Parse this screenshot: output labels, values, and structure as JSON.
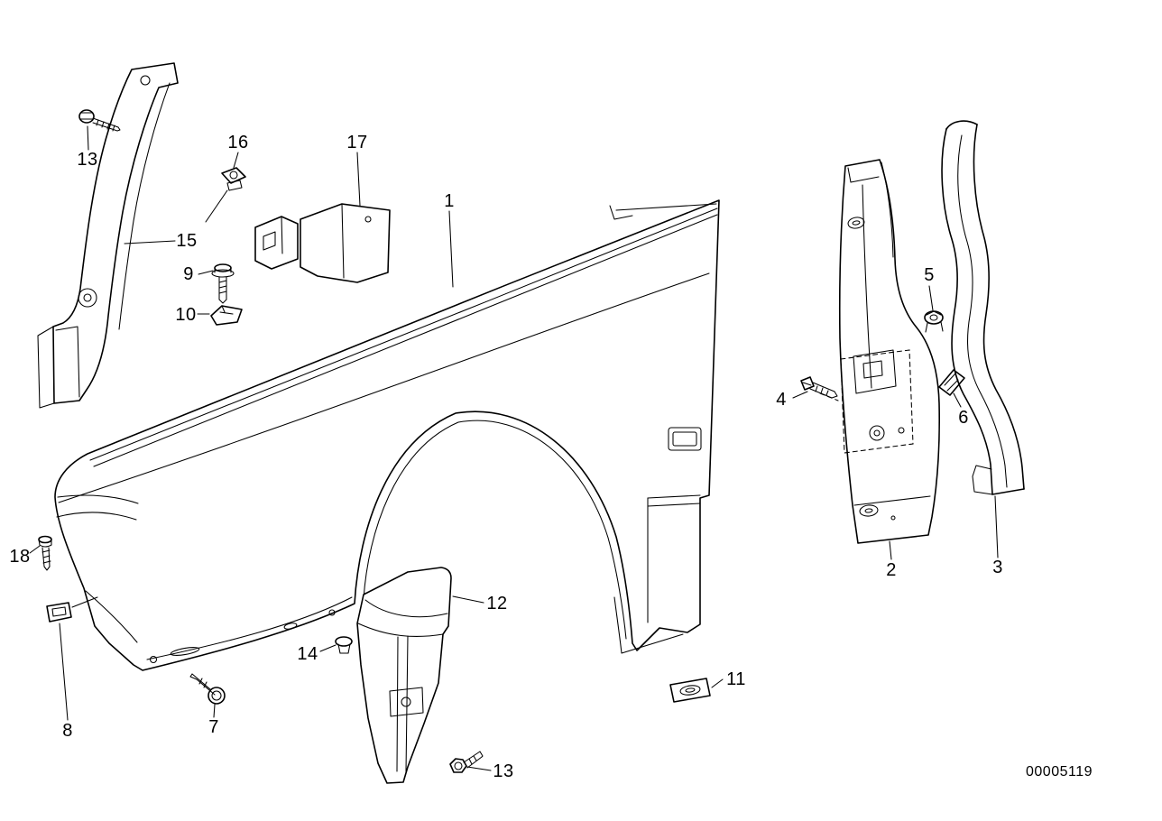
{
  "diagram": {
    "code": "00005119",
    "colors": {
      "background": "#ffffff",
      "line": "#000000"
    },
    "callouts": [
      {
        "part": "13",
        "label": "13"
      },
      {
        "part": "16",
        "label": "16"
      },
      {
        "part": "17",
        "label": "17"
      },
      {
        "part": "1",
        "label": "1"
      },
      {
        "part": "15",
        "label": "15"
      },
      {
        "part": "9",
        "label": "9"
      },
      {
        "part": "10",
        "label": "10"
      },
      {
        "part": "5",
        "label": "5"
      },
      {
        "part": "4",
        "label": "4"
      },
      {
        "part": "6",
        "label": "6"
      },
      {
        "part": "18",
        "label": "18"
      },
      {
        "part": "2",
        "label": "2"
      },
      {
        "part": "3",
        "label": "3"
      },
      {
        "part": "12",
        "label": "12"
      },
      {
        "part": "14",
        "label": "14"
      },
      {
        "part": "11",
        "label": "11"
      },
      {
        "part": "8",
        "label": "8"
      },
      {
        "part": "7",
        "label": "7"
      },
      {
        "part": "13",
        "label": "13"
      }
    ]
  }
}
